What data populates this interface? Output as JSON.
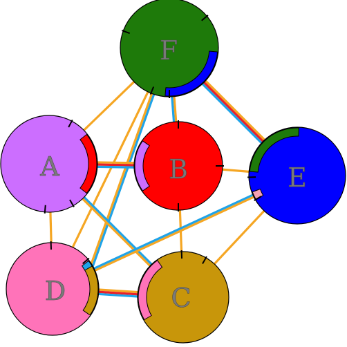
{
  "colors": {
    "orange": "#f5a623",
    "blue": "#1fa3e8",
    "red": "#e8202a",
    "pink_stripe": "#f5a0b4",
    "outline": "#000000"
  },
  "nodes": [
    {
      "id": "F",
      "label": "F",
      "fill": "#1e7a0a"
    },
    {
      "id": "A",
      "label": "A",
      "fill": "#cc6eff"
    },
    {
      "id": "B",
      "label": "B",
      "fill": "#ff0000"
    },
    {
      "id": "E",
      "label": "E",
      "fill": "#0000ff"
    },
    {
      "id": "D",
      "label": "D",
      "fill": "#ff73b9"
    },
    {
      "id": "C",
      "label": "C",
      "fill": "#c8960a"
    }
  ],
  "edges": [
    {
      "from": "A",
      "to": "F",
      "style": "orange"
    },
    {
      "from": "F",
      "to": "D",
      "style": "orange"
    },
    {
      "from": "F",
      "to": "D2",
      "style": "blue-orange"
    },
    {
      "from": "F",
      "to": "B",
      "style": "orange-blue"
    },
    {
      "from": "F",
      "to": "E",
      "style": "orange-red-blue"
    },
    {
      "from": "A",
      "to": "B",
      "style": "orange-red-blue"
    },
    {
      "from": "A",
      "to": "D",
      "style": "orange"
    },
    {
      "from": "A",
      "to": "C",
      "style": "blue-orange"
    },
    {
      "from": "B",
      "to": "E",
      "style": "orange"
    },
    {
      "from": "B",
      "to": "C",
      "style": "orange"
    },
    {
      "from": "E",
      "to": "D",
      "style": "orange-blue"
    },
    {
      "from": "E",
      "to": "C",
      "style": "orange"
    },
    {
      "from": "D",
      "to": "C",
      "style": "orange-red-blue"
    }
  ]
}
